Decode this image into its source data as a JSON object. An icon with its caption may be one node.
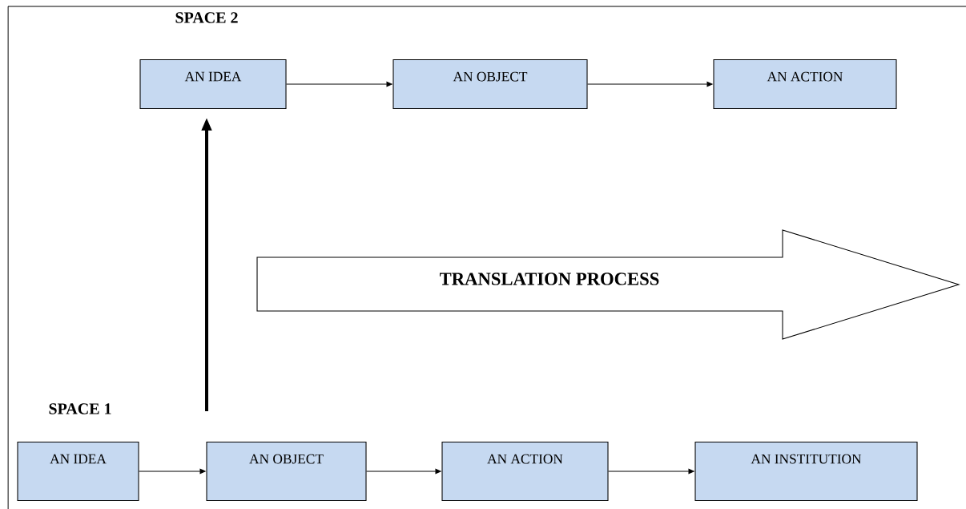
{
  "diagram": {
    "nodes": [
      {
        "text": [
          "AN IDEA"
        ]
      },
      {
        "text": [
          "AN OBJECT"
        ]
      },
      {
        "text": [
          "AN ACTION"
        ]
      },
      {
        "text": [
          "TRANSLATION PROCESS"
        ]
      },
      {
        "text": [
          "AN IDEA"
        ]
      },
      {
        "text": [
          "AN OBJECT"
        ]
      },
      {
        "text": [
          "AN ACTION"
        ]
      },
      {
        "text": [
          "AN INSTITUTION"
        ]
      }
    ],
    "edges": [
      {
        "from": 0,
        "to": 1,
        "arrow": "to"
      },
      {
        "from": 1,
        "to": 2,
        "arrow": "to"
      },
      {
        "from": null,
        "to": 0,
        "arrow": "to",
        "style": "thick"
      },
      {
        "from": 4,
        "to": 5,
        "arrow": "to"
      },
      {
        "from": 5,
        "to": 6,
        "arrow": "to"
      },
      {
        "from": 6,
        "to": 7,
        "arrow": "to"
      }
    ],
    "labels": [
      "SPACE 2",
      "SPACE 1"
    ]
  }
}
